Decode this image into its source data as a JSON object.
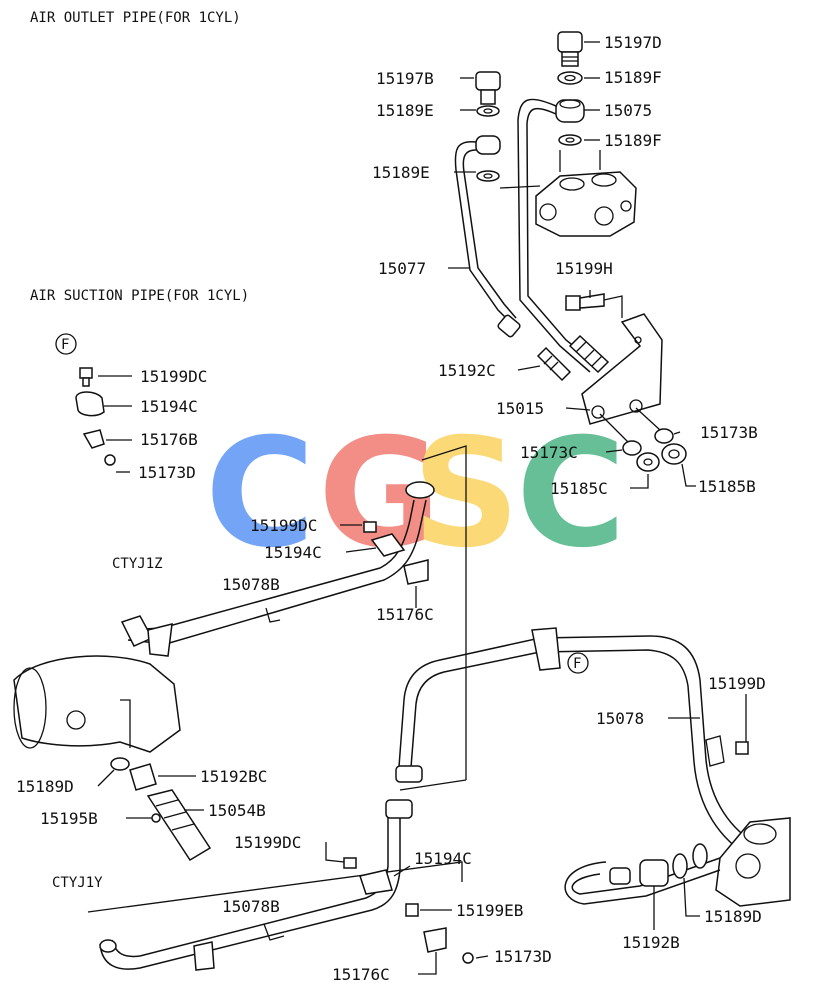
{
  "titles": {
    "air_outlet": "AIR OUTLET PIPE(FOR 1CYL)",
    "air_suction": "AIR SUCTION PIPE(FOR 1CYL)"
  },
  "codes": {
    "ctyj1z": "CTYJ1Z",
    "ctyj1y": "CTYJ1Y"
  },
  "markers": {
    "f_left": "F",
    "f_right": "F"
  },
  "watermark": {
    "letters": [
      "C",
      "G",
      "S",
      "C"
    ],
    "colors": [
      "#5b95f5",
      "#f07b72",
      "#fbd35f",
      "#4cb584"
    ]
  },
  "labels": {
    "p15197d": "15197D",
    "p15189f_top": "15189F",
    "p15197b": "15197B",
    "p15075": "15075",
    "p15189e_top": "15189E",
    "p15189f_mid": "15189F",
    "p15189e_mid": "15189E",
    "p15077": "15077",
    "p15199h": "15199H",
    "p15192c": "15192C",
    "p15015": "15015",
    "p15173b": "15173B",
    "p15173c": "15173C",
    "p15185c": "15185C",
    "p15185b": "15185B",
    "p15199dc_list": "15199DC",
    "p15194c_list": "15194C",
    "p15176b": "15176B",
    "p15173d_list": "15173D",
    "p15199dc_mid": "15199DC",
    "p15194c_mid": "15194C",
    "p15078b_mid": "15078B",
    "p15176c_mid": "15176C",
    "p15199d": "15199D",
    "p15078": "15078",
    "p15189d_left": "15189D",
    "p15192bc": "15192BC",
    "p15195b": "15195B",
    "p15054b": "15054B",
    "p15199dc_low": "15199DC",
    "p15194c_low": "15194C",
    "p15078b_low": "15078B",
    "p15199eb": "15199EB",
    "p15176c_low": "15176C",
    "p15173d_low": "15173D",
    "p15192b": "15192B",
    "p15189d_right": "15189D"
  }
}
